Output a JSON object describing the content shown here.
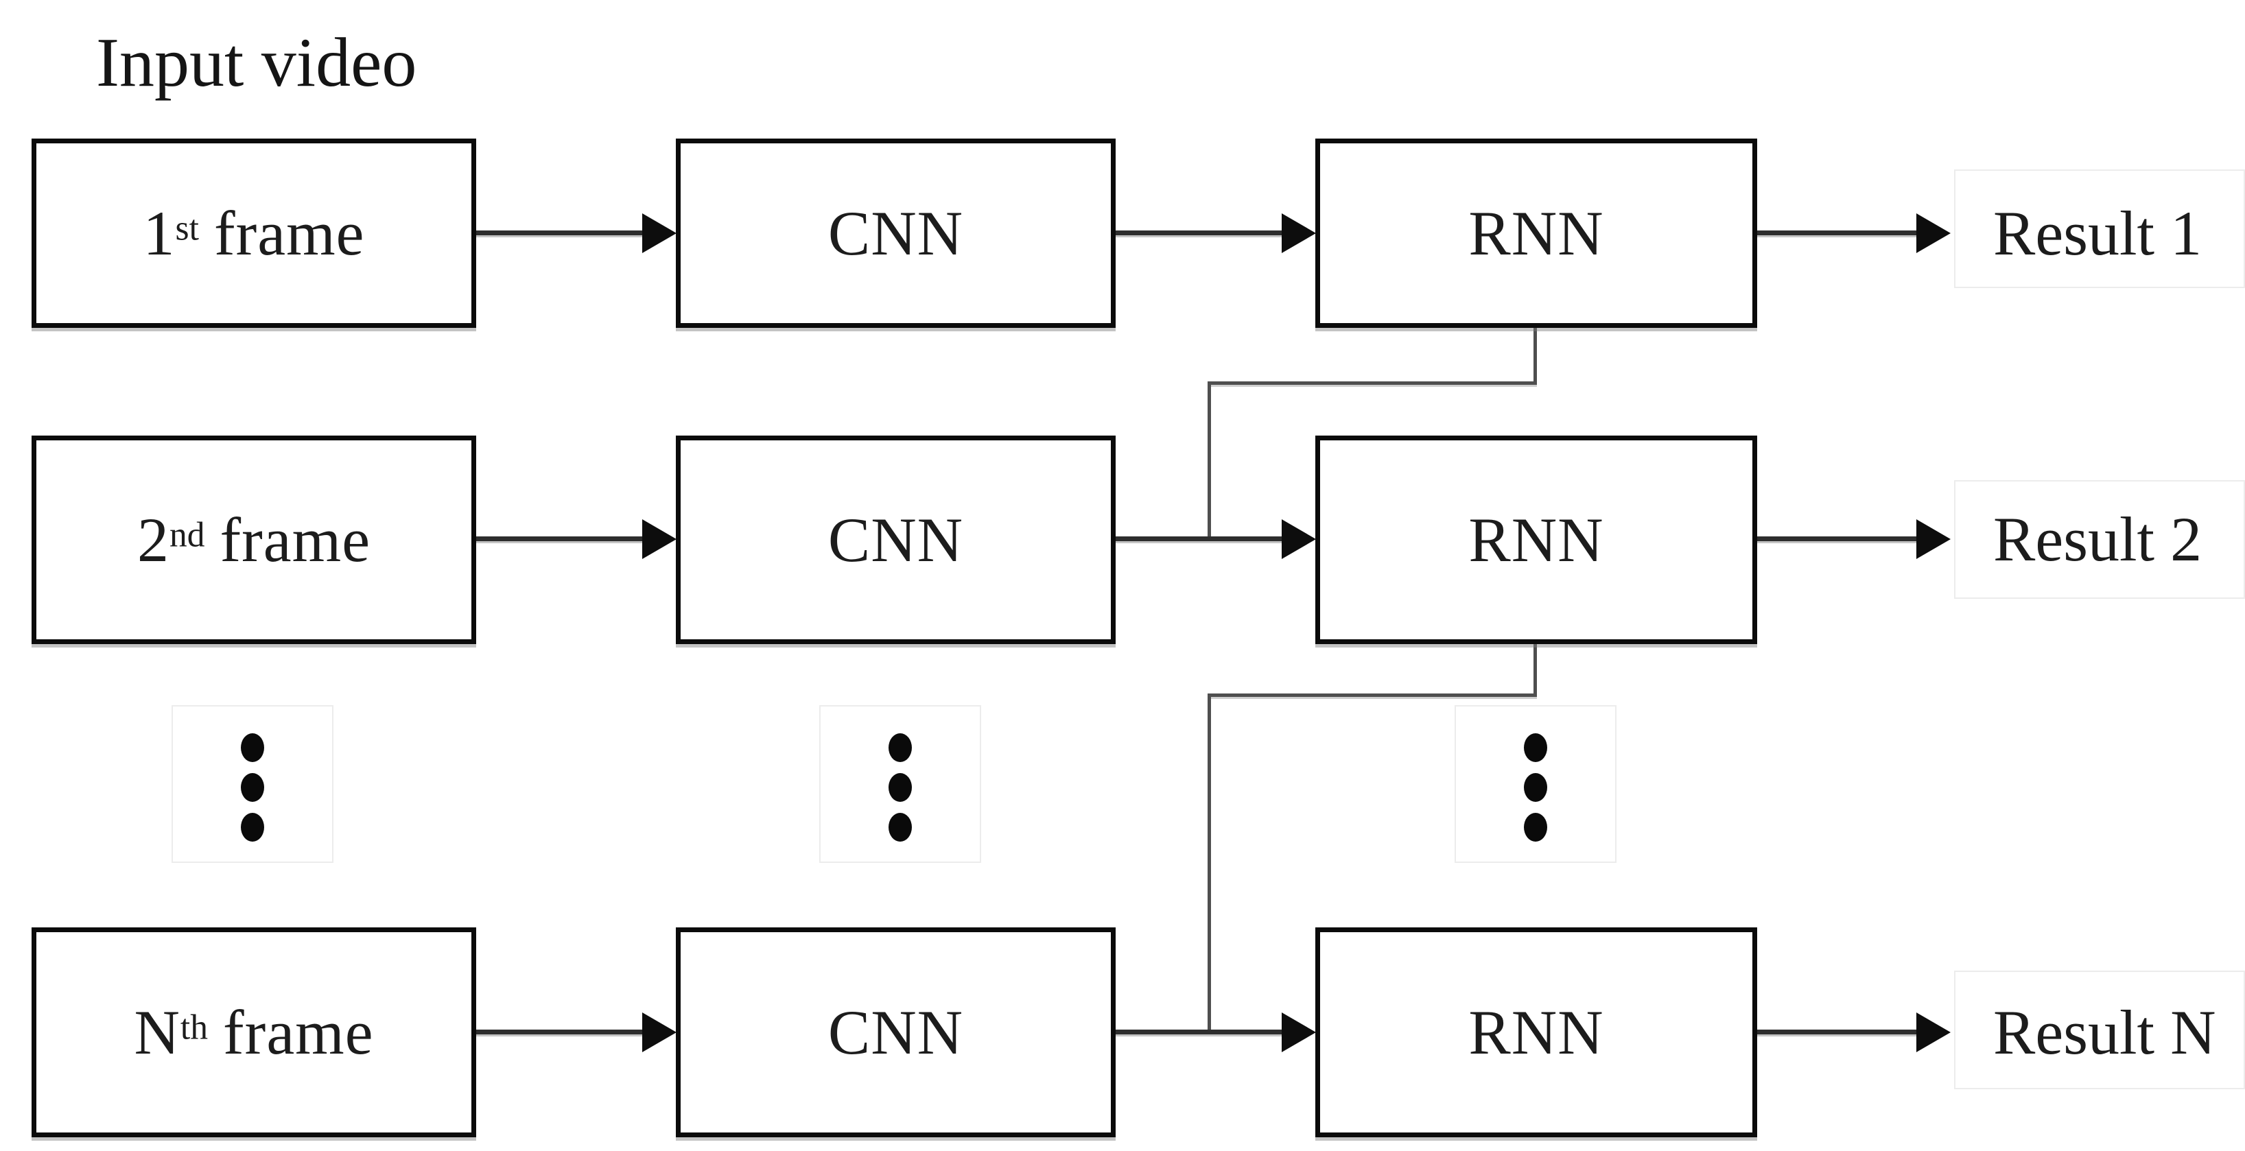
{
  "caption": "Input video",
  "rows": [
    {
      "frame": {
        "base": "1",
        "sup": "st",
        "word": "frame"
      },
      "cnn": "CNN",
      "rnn": "RNN",
      "result": "Result 1"
    },
    {
      "frame": {
        "base": "2",
        "sup": "nd",
        "word": "frame"
      },
      "cnn": "CNN",
      "rnn": "RNN",
      "result": "Result 2"
    },
    {
      "frame": {
        "base": "N",
        "sup": "th",
        "word": "frame"
      },
      "cnn": "CNN",
      "rnn": "RNN",
      "result": "Result N"
    }
  ],
  "ellipsis": {
    "columns": 3,
    "dots_per_column": 3
  },
  "colors": {
    "background": "#ffffff",
    "box_border": "#0b0b0b",
    "arrow_line": "#2e2e2e",
    "arrow_head": "#0d0d0d",
    "connector": "#4f4f4f",
    "text": "#1c1c1c"
  }
}
